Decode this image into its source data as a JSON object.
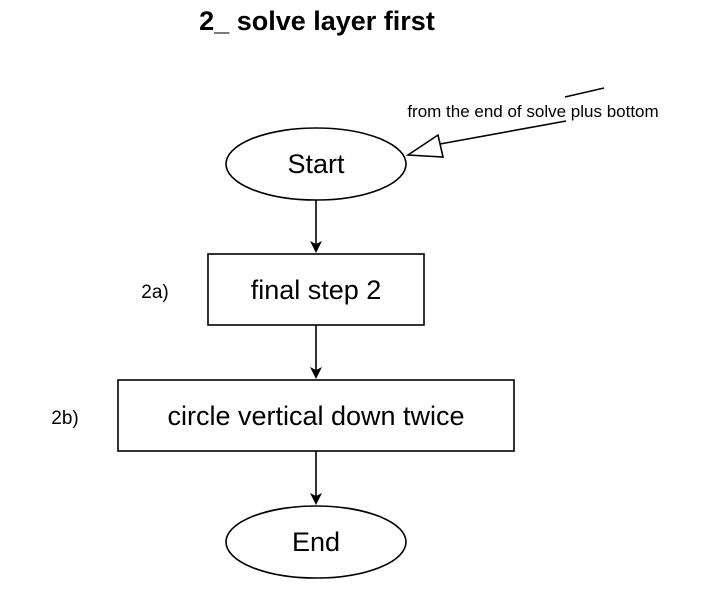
{
  "title": "2_ solve layer first",
  "annotation": {
    "text": "from the end of solve plus bottom"
  },
  "nodes": {
    "start": {
      "label": "Start",
      "shape": "ellipse"
    },
    "step_2a": {
      "label": "final step 2",
      "shape": "rectangle",
      "tag": "2a)"
    },
    "step_2b": {
      "label": "circle vertical down twice",
      "shape": "rectangle",
      "tag": "2b)"
    },
    "end": {
      "label": "End",
      "shape": "ellipse"
    }
  },
  "edges": [
    {
      "from": "start",
      "to": "step_2a"
    },
    {
      "from": "step_2a",
      "to": "step_2b"
    },
    {
      "from": "step_2b",
      "to": "end"
    }
  ],
  "colors": {
    "stroke": "#000000",
    "fill": "#ffffff",
    "text": "#000000"
  }
}
